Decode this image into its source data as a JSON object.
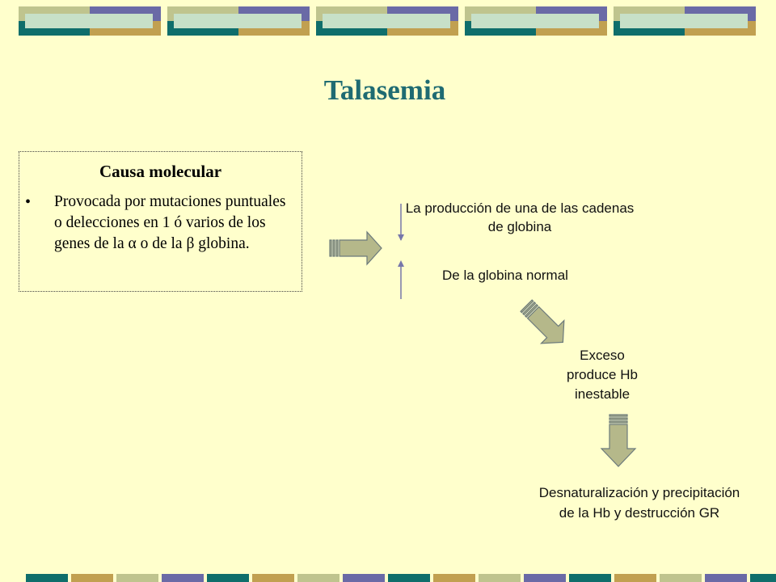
{
  "slide": {
    "title": "Talasemia",
    "colors": {
      "background": "#FFFFCC",
      "title": "#1F6B72",
      "teal": "#0F6E6B",
      "purple": "#6A6AA6",
      "olive": "#BFC48E",
      "gold": "#C1A050",
      "light": "#C7E0C8",
      "arrow_fill": "#B5B88A",
      "arrow_stroke": "#6C7A7C"
    }
  },
  "cause": {
    "heading": "Causa molecular",
    "bullet": "•",
    "text": "Provocada por mutaciones puntuales o delecciones en 1 ó varios de los genes de la α o de la β globina."
  },
  "flow": {
    "production": "La producción de una de las cadenas de globina",
    "normal": "De la globina normal",
    "excess": "Exceso produce Hb inestable",
    "result": "Desnaturalización y precipitación de la Hb y destrucción GR"
  },
  "icons": [
    "right-arrow-icon",
    "diagonal-arrow-icon",
    "down-arrow-icon",
    "down-thin-arrow-icon",
    "up-thin-arrow-icon"
  ]
}
